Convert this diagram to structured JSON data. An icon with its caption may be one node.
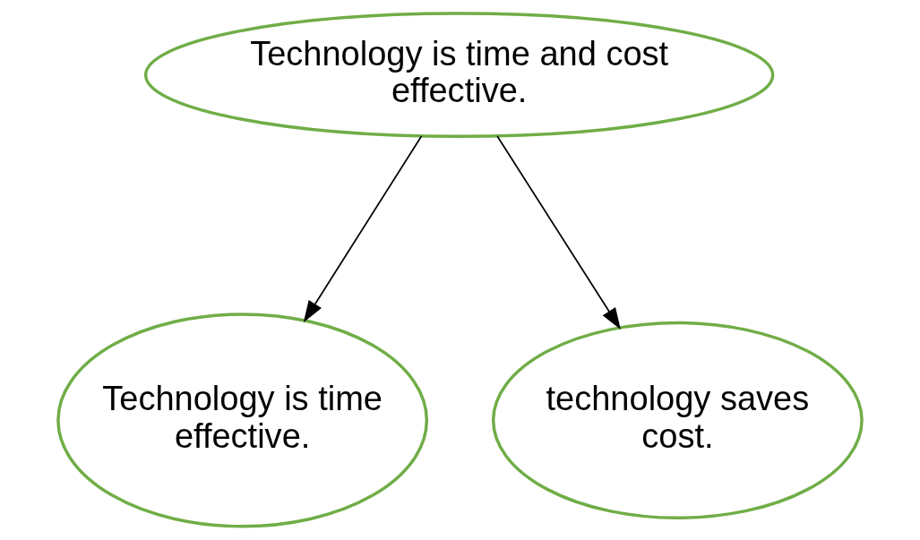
{
  "diagram": {
    "nodes": [
      {
        "text": [
          "Technology is time and cost effective."
        ]
      },
      {
        "text": [
          "Technology is time effective."
        ]
      },
      {
        "text": [
          "technology saves cost."
        ]
      }
    ],
    "edges": [
      {
        "from": 0,
        "to": 1,
        "arrow": "to"
      },
      {
        "from": 0,
        "to": 2,
        "arrow": "to"
      }
    ]
  }
}
